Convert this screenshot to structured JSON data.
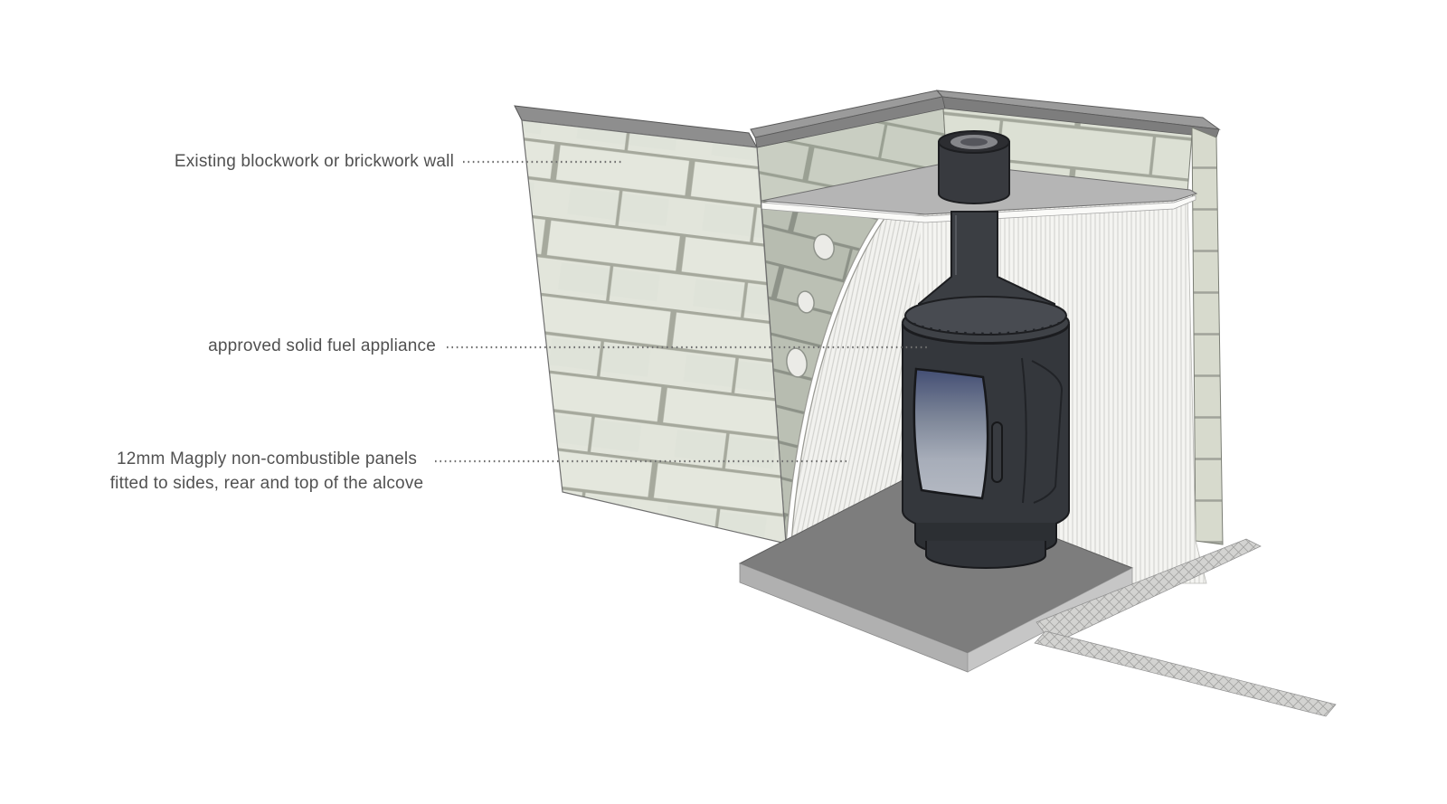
{
  "diagram": {
    "subject": "Magply non-combustible panel alcove installation around a solid fuel stove"
  },
  "labels": [
    {
      "text": "Existing blockwork or brickwork wall"
    },
    {
      "text": "approved solid fuel appliance"
    },
    {
      "lines": [
        "12mm Magply non-combustible panels",
        "fitted to sides, rear and top of the alcove"
      ]
    }
  ],
  "colors": {
    "background": "#ffffff",
    "block_face": "#e2e5db",
    "mortar": "#a6a99d",
    "block_shaded": "#b7bcb0",
    "magply_white": "#f4f4f1",
    "magply_stripe": "#d5d5d1",
    "top_panel_gray": "#b5b5b5",
    "wall_cap_gray": "#8e8e8e",
    "stove_body": "#34373c",
    "stove_window_top": "#434e74",
    "stove_window_bottom": "#b4b9c2",
    "hearth_top": "#7d7d7d",
    "hearth_edge": "#b0b0b0",
    "floor_strip": "#d3d3d1",
    "leader_dot": "#6f6f6f",
    "label_text": "#515151"
  }
}
